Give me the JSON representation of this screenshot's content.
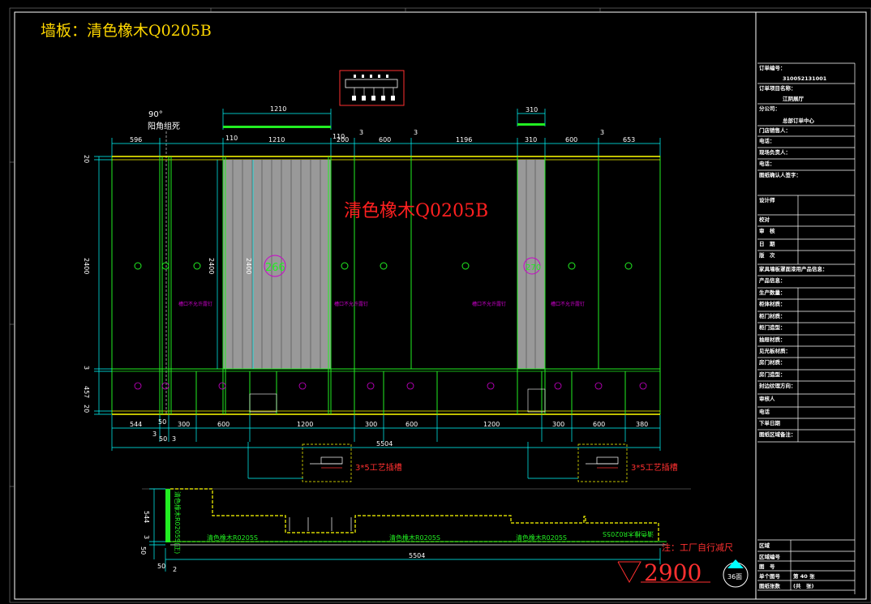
{
  "title": "墙板：清色橡木Q0205B",
  "panel_label": "清色橡木Q0205B",
  "corner_note_1": "90°",
  "corner_note_2": "阳角组死",
  "tag_266": "266",
  "tag_270": "270",
  "seal_note": "槽口不允许露钉",
  "process_gap": "3*5工艺插槽",
  "plan_label": "清色橡木R0205S",
  "plan_label_flipped": "清色橡木R0205S",
  "side_label": "清色橡木R0205S(正)",
  "factory_note": "注：工厂自行减尺",
  "elevation_mark": "2900",
  "elevation_tag": "36面",
  "dims": {
    "top_widths": [
      "596",
      "110",
      "1210",
      "110",
      "200",
      "600",
      "1196",
      "310",
      "600",
      "653"
    ],
    "top_gaps": [
      "3",
      "3",
      "3"
    ],
    "over_1210": "1210",
    "over_310": "310",
    "bottom_widths": [
      "544",
      "50",
      "300",
      "600",
      "1200",
      "300",
      "600",
      "1200",
      "300",
      "600",
      "380"
    ],
    "bottom_small": [
      "3",
      "50",
      "3"
    ],
    "total": "5504",
    "plan_total": "5504",
    "heights": [
      "20",
      "2400",
      "3",
      "457",
      "20"
    ],
    "inner_heights": [
      "2400",
      "2400"
    ],
    "plan_heights": [
      "544",
      "3",
      "50"
    ],
    "plan_small": [
      "50",
      "2"
    ]
  },
  "title_block": {
    "rows": [
      {
        "label": "订单编号：",
        "value": "310052131001"
      },
      {
        "label": "订单项目名称：",
        "value": "江阴展厅"
      },
      {
        "label": "分公司：",
        "value": "总部订单中心"
      },
      {
        "label": "门店销售人：",
        "value": ""
      },
      {
        "label": "电话：",
        "value": ""
      },
      {
        "label": "现场负责人：",
        "value": ""
      },
      {
        "label": "电话：",
        "value": ""
      },
      {
        "label": "图纸确认人签字：",
        "value": ""
      },
      {
        "label": "设计师",
        "value": ""
      },
      {
        "label": "校对",
        "value": ""
      },
      {
        "label": "审　核",
        "value": ""
      },
      {
        "label": "日　期",
        "value": ""
      },
      {
        "label": "版　次",
        "value": ""
      },
      {
        "label": "家具墙板罩面漆用产品信息：",
        "value": ""
      },
      {
        "label": "产品信息：",
        "value": ""
      },
      {
        "label": "生产数量：",
        "value": ""
      },
      {
        "label": "柜体材质：",
        "value": ""
      },
      {
        "label": "柜门材质：",
        "value": ""
      },
      {
        "label": "柜门造型：",
        "value": ""
      },
      {
        "label": "抽屉材质：",
        "value": ""
      },
      {
        "label": "见光板材质：",
        "value": ""
      },
      {
        "label": "房门材质：",
        "value": ""
      },
      {
        "label": "房门造型：",
        "value": ""
      },
      {
        "label": "封边纹理方向：",
        "value": ""
      },
      {
        "label": "审核人",
        "value": ""
      },
      {
        "label": "电话",
        "value": ""
      },
      {
        "label": "下单日期",
        "value": ""
      },
      {
        "label": "图纸区域备注：",
        "value": ""
      }
    ],
    "bottom_rows": [
      {
        "label": "区域",
        "value": ""
      },
      {
        "label": "区域编号",
        "value": ""
      },
      {
        "label": "图　号",
        "value": ""
      },
      {
        "label": "单个图号",
        "value": "第 40 张"
      },
      {
        "label": "图纸张数",
        "value": "(共　张)"
      }
    ]
  }
}
